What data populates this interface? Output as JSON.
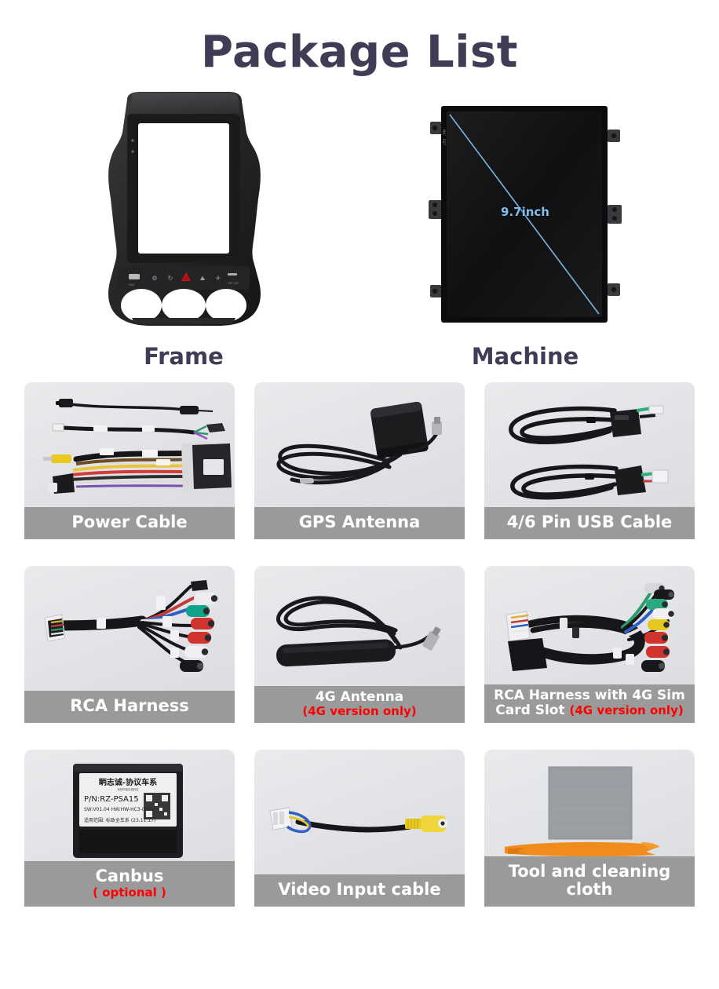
{
  "title": "Package List",
  "colors": {
    "title": "#3f3d56",
    "label_bar": "#9a9a9a",
    "label_text": "#ffffff",
    "note_red": "#ff0000",
    "screen_text_blue": "#7fc0ef",
    "cell_bg": "#e3e5e8"
  },
  "hero": [
    {
      "caption": "Frame",
      "name": "frame"
    },
    {
      "caption": "Machine",
      "name": "machine",
      "screen_size": "9.7inch"
    }
  ],
  "items": [
    {
      "label": "Power Cable",
      "note": "",
      "lines": 1
    },
    {
      "label": "GPS Antenna",
      "note": "",
      "lines": 1
    },
    {
      "label": "4/6 Pin USB Cable",
      "note": "",
      "lines": 1
    },
    {
      "label": "RCA Harness",
      "note": "",
      "lines": 1
    },
    {
      "label": "4G Antenna",
      "note": "(4G version only)",
      "lines": 2
    },
    {
      "label": "RCA Harness with 4G Sim",
      "label2": "Card Slot ",
      "note": "(4G version only)",
      "lines": 2
    },
    {
      "label": "Canbus ",
      "note": "( optional )",
      "lines": 1
    },
    {
      "label": "Video Input cable",
      "note": "",
      "lines": 1
    },
    {
      "label": "Tool and cleaning cloth",
      "note": "",
      "lines": 1
    }
  ],
  "canbus_label": {
    "brand": "睿志诚-协议车系",
    "part_number": "P/N:RZ-PSA15",
    "line3": "SW:V01.04   HW:HW-HC3-0400",
    "line4": "适用范围: 标致全车系  (23.11.17)"
  }
}
